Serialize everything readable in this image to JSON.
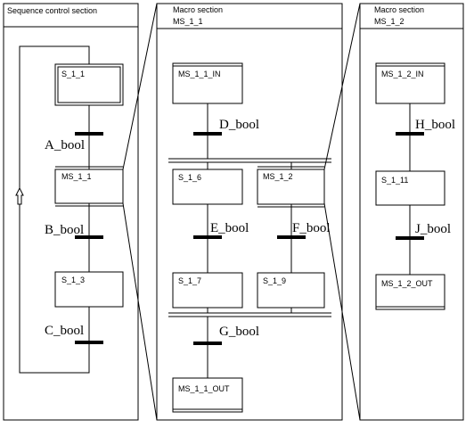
{
  "panels": {
    "seq": {
      "title": "Sequence control section"
    },
    "macro1": {
      "title_line1": "Macro section",
      "title_line2": "MS_1_1"
    },
    "macro2": {
      "title_line1": "Macro section",
      "title_line2": "MS_1_2"
    }
  },
  "steps": {
    "s11": "S_1_1",
    "ms11": "MS_1_1",
    "s13": "S_1_3",
    "ms11in": "MS_1_1_IN",
    "s16": "S_1_6",
    "ms12": "MS_1_2",
    "s17": "S_1_7",
    "s19": "S_1_9",
    "ms11out": "MS_1_1_OUT",
    "ms12in": "MS_1_2_IN",
    "s111": "S_1_11",
    "ms12out": "MS_1_2_OUT"
  },
  "conditions": {
    "a": "A_bool",
    "b": "B_bool",
    "c": "C_bool",
    "d": "D_bool",
    "e": "E_bool",
    "f": "F_bool",
    "g": "G_bool",
    "h": "H_bool",
    "j": "J_bool"
  }
}
